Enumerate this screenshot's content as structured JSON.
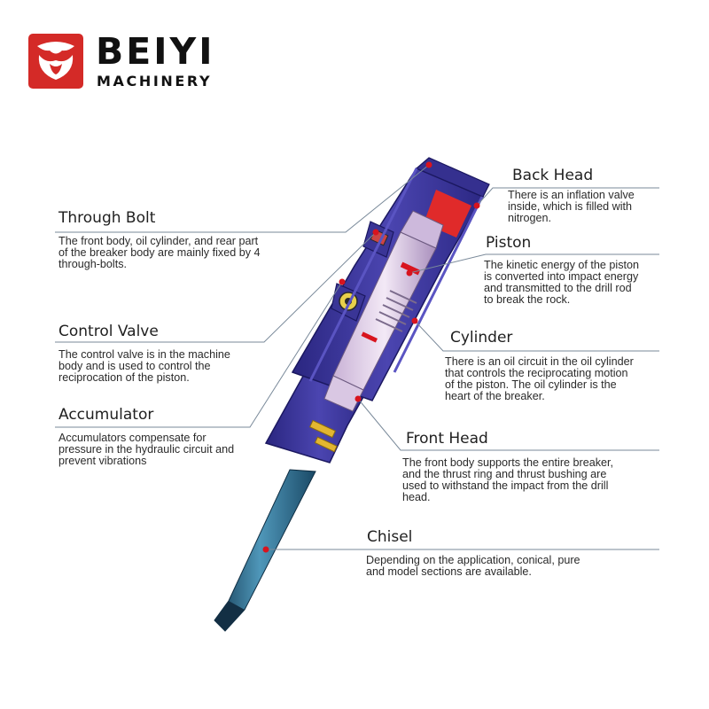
{
  "logo": {
    "brand": "BEIYI",
    "subtitle": "MACHINERY"
  },
  "colors": {
    "brand_red": "#d42a27",
    "body_blue": "#3f3a9c",
    "chisel_blue": "#2f6d8c",
    "leader": "#7a8a9a",
    "marker": "#d8141e"
  },
  "icons": [
    "beiyi-logo-mark-icon"
  ],
  "labels": {
    "through_bolt": {
      "title": "Through Bolt",
      "text": "The front body, oil cylinder, and rear part\nof the breaker body are mainly fixed by 4\nthrough-bolts."
    },
    "control_valve": {
      "title": "Control Valve",
      "text": "The control valve is in the machine\nbody and is used to control the\nreciprocation of the piston."
    },
    "accumulator": {
      "title": "Accumulator",
      "text": "Accumulators compensate for\npressure in the hydraulic circuit and\nprevent vibrations"
    },
    "back_head": {
      "title": "Back Head",
      "text": "There is an inflation valve\ninside, which is filled with\nnitrogen."
    },
    "piston": {
      "title": "Piston",
      "text": "The kinetic energy of the piston\nis converted into impact energy\nand transmitted to the drill rod\nto break the rock."
    },
    "cylinder": {
      "title": "Cylinder",
      "text": "There is an oil circuit in the oil cylinder\nthat controls the reciprocating motion\nof the piston. The oil cylinder is the\nheart of the breaker."
    },
    "front_head": {
      "title": "Front Head",
      "text": "The front body supports the entire breaker,\nand the thrust ring and thrust bushing are\nused to withstand the impact from the drill\nhead."
    },
    "chisel": {
      "title": "Chisel",
      "text": "Depending on the application, conical, pure\nand model sections are available."
    }
  }
}
